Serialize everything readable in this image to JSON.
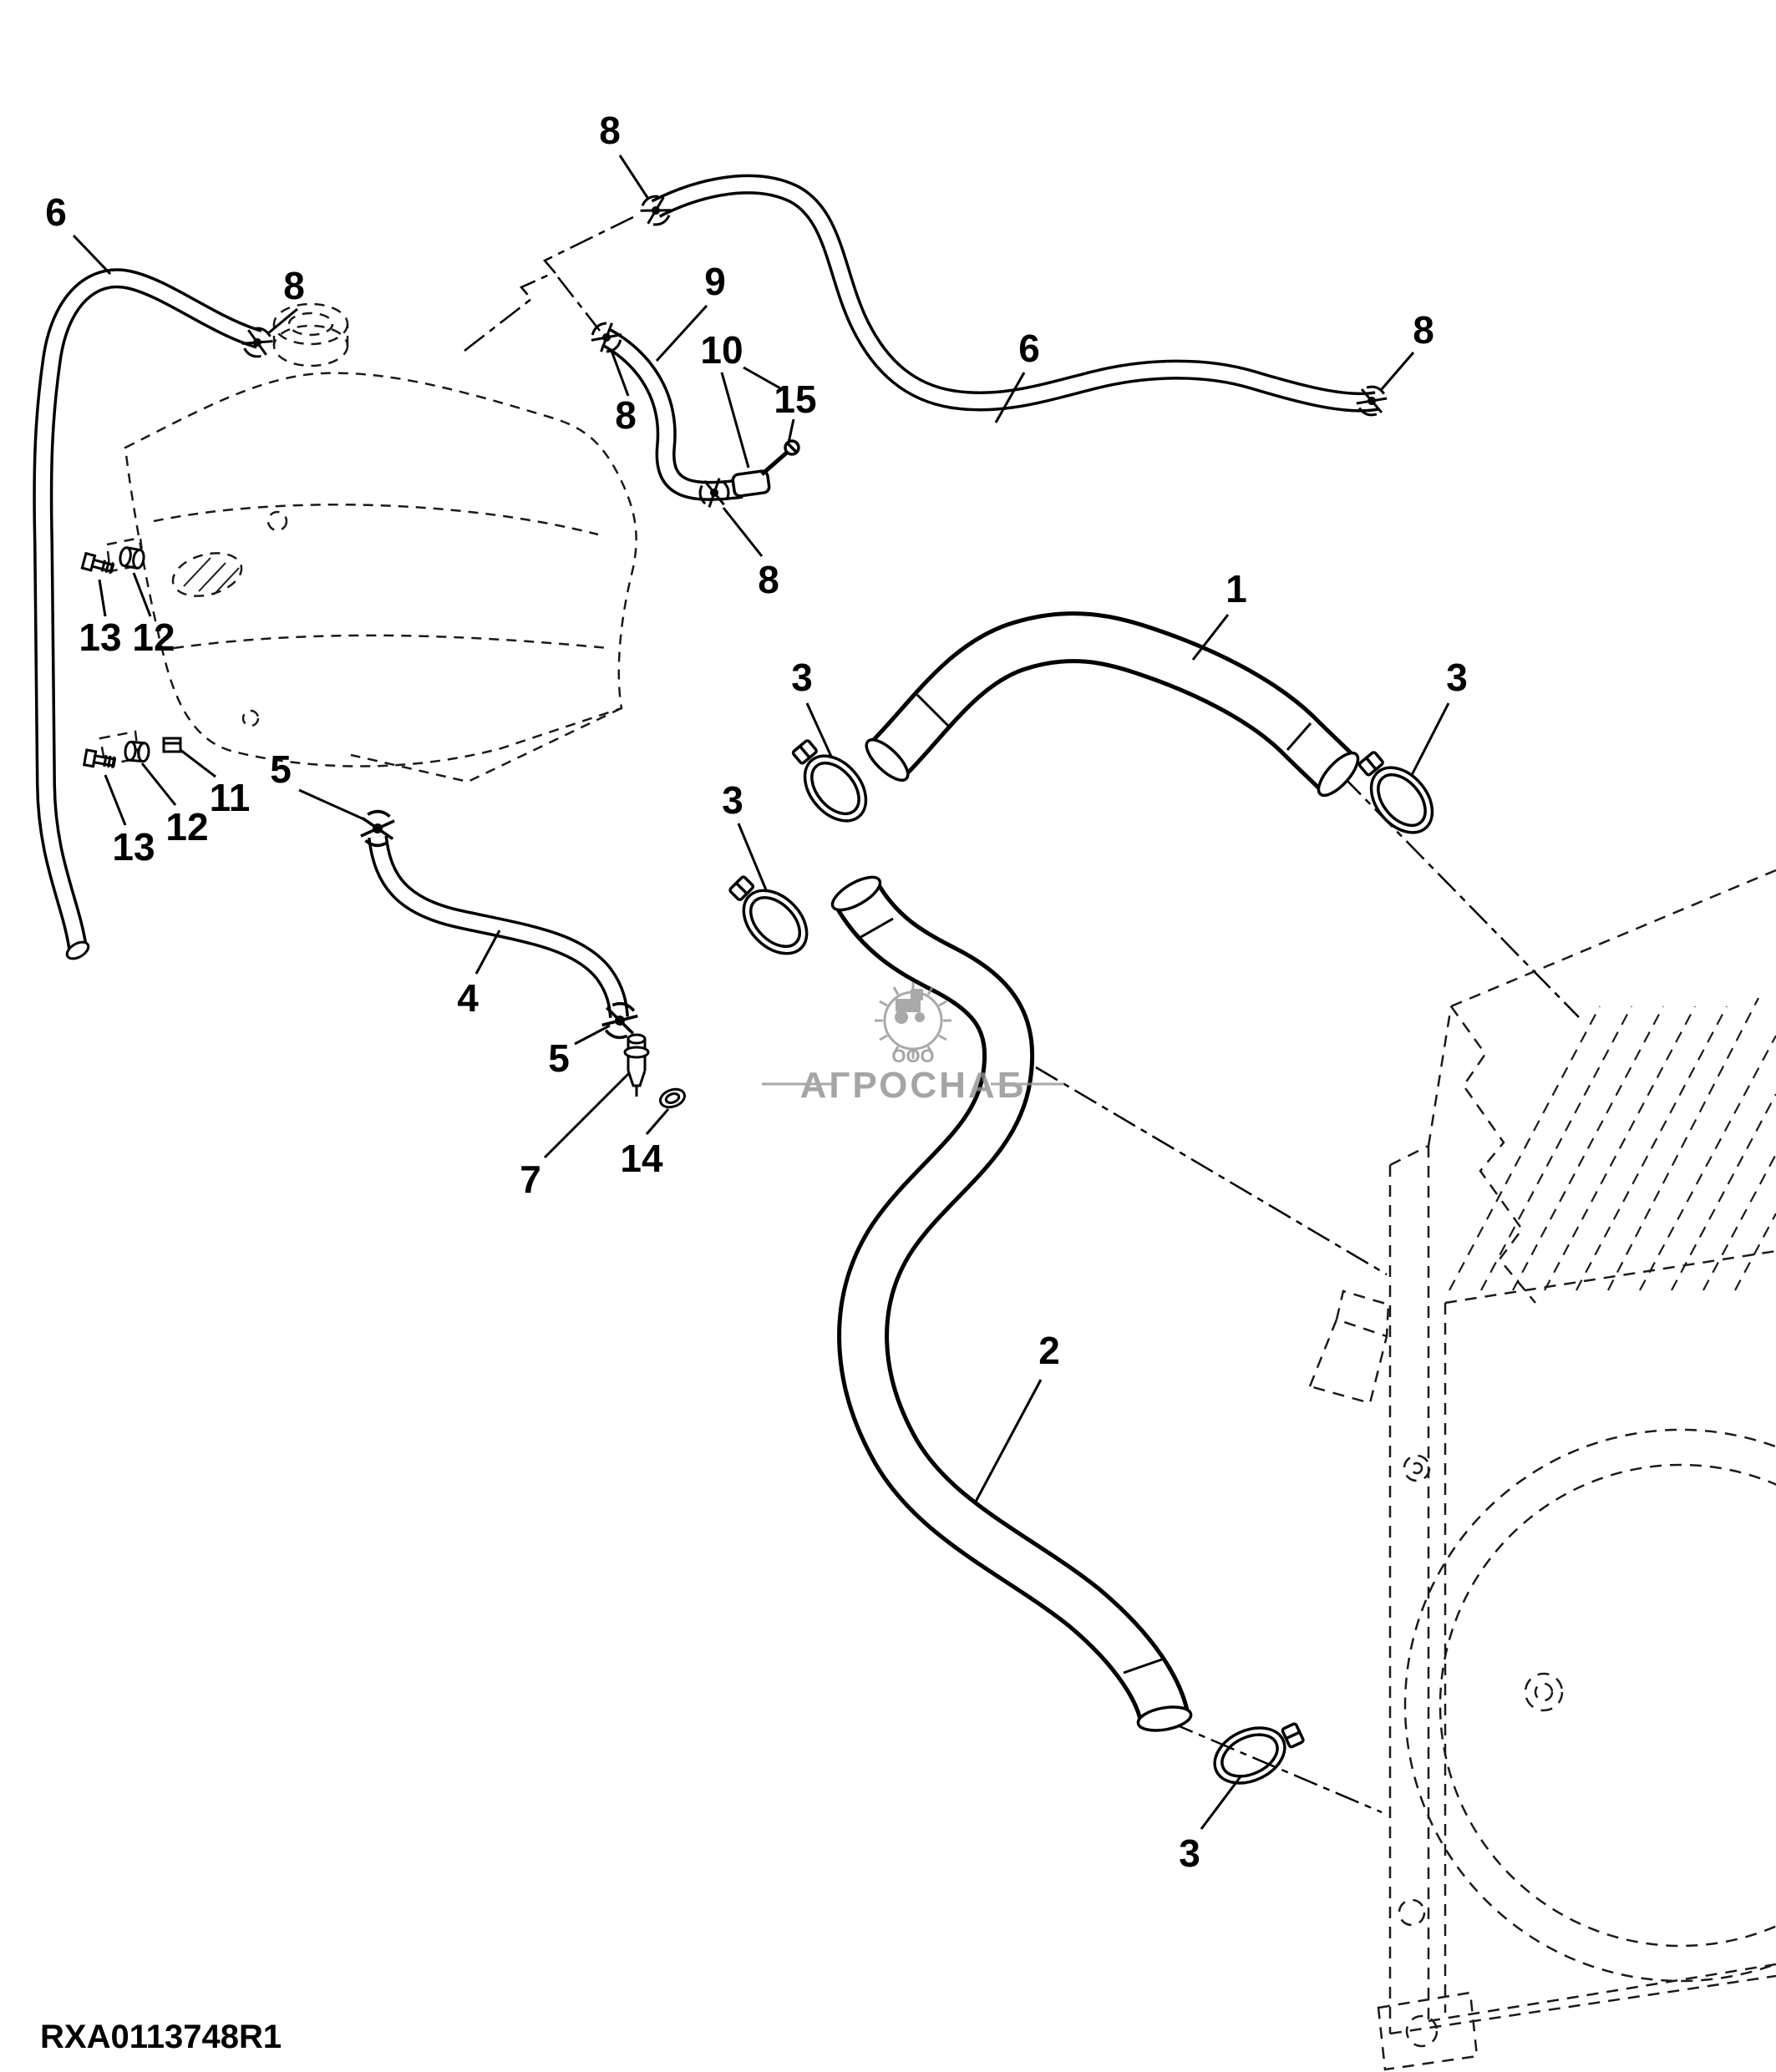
{
  "figure": {
    "drawing_number": "RXA0113748R1"
  },
  "watermark": {
    "company_type": "ООО",
    "company_name": "АГРОСНАБ"
  },
  "callouts": {
    "c1": "1",
    "c2": "2",
    "c3a": "3",
    "c3b": "3",
    "c3c": "3",
    "c3d": "3",
    "c4": "4",
    "c5a": "5",
    "c5b": "5",
    "c6a": "6",
    "c6b": "6",
    "c7": "7",
    "c8a": "8",
    "c8b": "8",
    "c8c": "8",
    "c8d": "8",
    "c8e": "8",
    "c9": "9",
    "c10": "10",
    "c11": "11",
    "c12a": "12",
    "c12b": "12",
    "c13a": "13",
    "c13b": "13",
    "c14": "14",
    "c15": "15"
  }
}
